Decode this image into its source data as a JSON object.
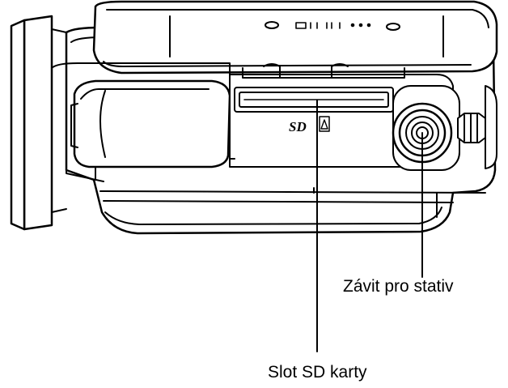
{
  "diagram": {
    "labels": {
      "tripod_thread": "Závit pro stativ",
      "sd_slot": "Slot SD karty"
    },
    "slot_marking": "SD"
  },
  "colors": {
    "ink": "#000000",
    "paper": "#ffffff"
  }
}
